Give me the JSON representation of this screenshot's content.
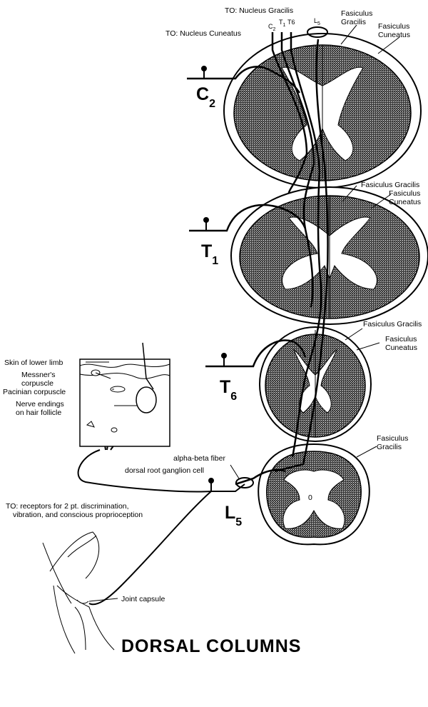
{
  "title": "DORSAL  COLUMNS",
  "top": {
    "to_nucleus_gracilis": "TO: Nucleus Gracilis",
    "to_nucleus_cuneatus": "TO: Nucleus Cuneatus",
    "fiber_tags": {
      "c2_main": "C",
      "c2_sub": "2",
      "t1_main": "T",
      "t1_sub": "1",
      "t6": "T6",
      "l5_main": "L",
      "l5_sub": "5"
    }
  },
  "segments": {
    "c2": {
      "main": "C",
      "sub": "2",
      "label1": "Fasiculus Gracilis",
      "label2": "Fasiculus Cuneatus"
    },
    "t1": {
      "main": "T",
      "sub": "1",
      "label1": "Fasiculus Gracilis",
      "label2": "Fasiculus Cuneatus"
    },
    "t6": {
      "main": "T",
      "sub": "6",
      "label1": "Fasiculus Gracilis",
      "label2": "Fasiculus Cuneatus"
    },
    "l5": {
      "main": "L",
      "sub": "5",
      "label1": "Fasiculus Gracilis"
    }
  },
  "labels": {
    "fasiculus_line1": "Fasiculus",
    "gracilis_line2": "Gracilis",
    "cuneatus_line2": "Cuneatus",
    "alpha_beta": "alpha-beta fiber",
    "drg": "dorsal root ganglion cell",
    "receptors_line1": "TO: receptors for 2 pt. discrimination,",
    "receptors_line2": "vibration, and conscious proprioception",
    "joint_capsule": "Joint capsule"
  },
  "skin_box": {
    "skin": "Skin of lower limb",
    "messner_1": "Messner's",
    "messner_2": "corpuscle",
    "pacinian": "Pacinian corpuscle",
    "nerve_1": "Nerve endings",
    "nerve_2": "on hair follicle"
  }
}
